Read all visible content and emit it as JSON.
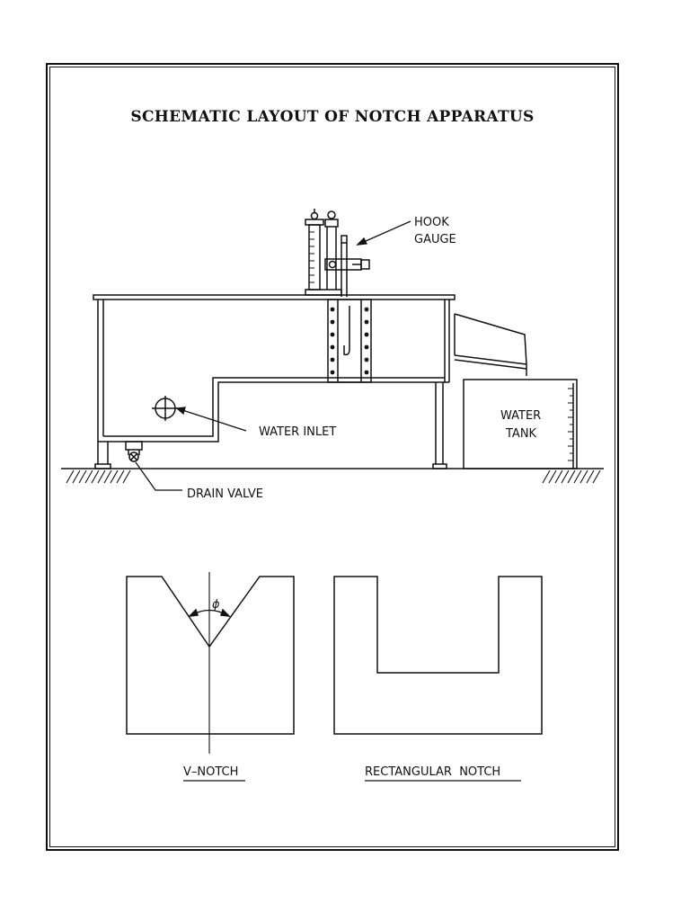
{
  "title": "SCHEMATIC LAYOUT OF NOTCH APPARATUS",
  "labels": {
    "hook_gauge_line1": "HOOK",
    "hook_gauge_line2": "GAUGE",
    "water_inlet": "WATER INLET",
    "water_tank_line1": "WATER",
    "water_tank_line2": "TANK",
    "drain_valve": "DRAIN VALVE",
    "phi": "ϕ",
    "v_notch": "V–NOTCH",
    "rectangular_notch": "RECTANGULAR  NOTCH"
  }
}
